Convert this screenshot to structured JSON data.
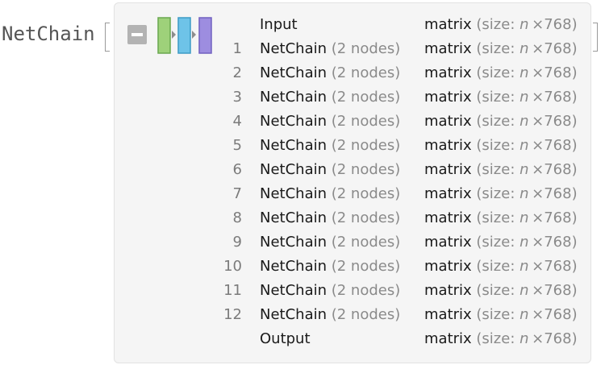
{
  "expression": {
    "head": "NetChain"
  },
  "panel": {
    "collapse_icon": "minus-icon",
    "net_icon": "netchain-layers-icon",
    "layer_colors": [
      "#9ed17a",
      "#6ec3e8",
      "#9d8de0"
    ],
    "layer_borders": [
      "#6aa84f",
      "#3d9bc5",
      "#7060c0"
    ],
    "rows": [
      {
        "index": "",
        "name": "Input",
        "sub": "",
        "type": "matrix",
        "size_open": " (size: ",
        "size_var": "n",
        "size_close": " ×768)"
      },
      {
        "index": "1",
        "name": "NetChain",
        "sub": " (2 nodes)",
        "type": "matrix",
        "size_open": " (size: ",
        "size_var": "n",
        "size_close": " ×768)"
      },
      {
        "index": "2",
        "name": "NetChain",
        "sub": " (2 nodes)",
        "type": "matrix",
        "size_open": " (size: ",
        "size_var": "n",
        "size_close": " ×768)"
      },
      {
        "index": "3",
        "name": "NetChain",
        "sub": " (2 nodes)",
        "type": "matrix",
        "size_open": " (size: ",
        "size_var": "n",
        "size_close": " ×768)"
      },
      {
        "index": "4",
        "name": "NetChain",
        "sub": " (2 nodes)",
        "type": "matrix",
        "size_open": " (size: ",
        "size_var": "n",
        "size_close": " ×768)"
      },
      {
        "index": "5",
        "name": "NetChain",
        "sub": " (2 nodes)",
        "type": "matrix",
        "size_open": " (size: ",
        "size_var": "n",
        "size_close": " ×768)"
      },
      {
        "index": "6",
        "name": "NetChain",
        "sub": " (2 nodes)",
        "type": "matrix",
        "size_open": " (size: ",
        "size_var": "n",
        "size_close": " ×768)"
      },
      {
        "index": "7",
        "name": "NetChain",
        "sub": " (2 nodes)",
        "type": "matrix",
        "size_open": " (size: ",
        "size_var": "n",
        "size_close": " ×768)"
      },
      {
        "index": "8",
        "name": "NetChain",
        "sub": " (2 nodes)",
        "type": "matrix",
        "size_open": " (size: ",
        "size_var": "n",
        "size_close": " ×768)"
      },
      {
        "index": "9",
        "name": "NetChain",
        "sub": " (2 nodes)",
        "type": "matrix",
        "size_open": " (size: ",
        "size_var": "n",
        "size_close": " ×768)"
      },
      {
        "index": "10",
        "name": "NetChain",
        "sub": " (2 nodes)",
        "type": "matrix",
        "size_open": " (size: ",
        "size_var": "n",
        "size_close": " ×768)"
      },
      {
        "index": "11",
        "name": "NetChain",
        "sub": " (2 nodes)",
        "type": "matrix",
        "size_open": " (size: ",
        "size_var": "n",
        "size_close": " ×768)"
      },
      {
        "index": "12",
        "name": "NetChain",
        "sub": " (2 nodes)",
        "type": "matrix",
        "size_open": " (size: ",
        "size_var": "n",
        "size_close": " ×768)"
      },
      {
        "index": "",
        "name": "Output",
        "sub": "",
        "type": "matrix",
        "size_open": " (size: ",
        "size_var": "n",
        "size_close": " ×768)"
      }
    ]
  }
}
